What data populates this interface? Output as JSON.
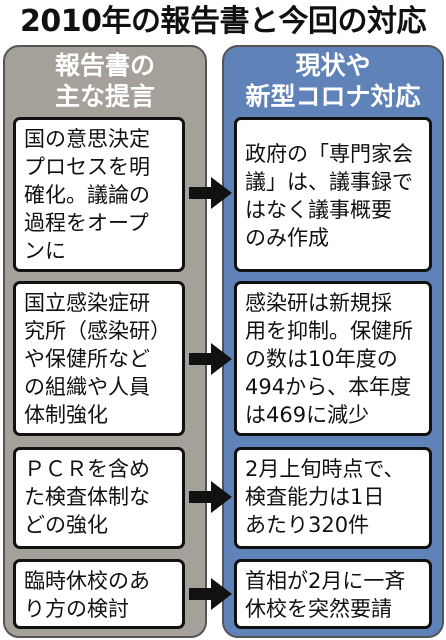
{
  "title": "2010年の報告書と今回の対応",
  "left_header": [
    "報告書の",
    "主な提言"
  ],
  "right_header": [
    "現状や",
    "新型コロナ対応"
  ],
  "rows": [
    {
      "proposal": [
        "国の意思決定",
        "プロセスを明",
        "確化。議論の",
        "過程をオープ",
        "ンに"
      ],
      "response": [
        "政府の「専門家会",
        "議」は、議事録で",
        "はなく議事概要",
        "のみ作成"
      ]
    },
    {
      "proposal": [
        "国立感染症研",
        "究所（感染研）",
        "や保健所など",
        "の組織や人員",
        "体制強化"
      ],
      "response": [
        "感染研は新規採",
        "用を抑制。保健所",
        "の数は10年度の",
        "494から、本年度",
        "は469に減少"
      ]
    },
    {
      "proposal": [
        "ＰＣＲを含め",
        "た検査体制な",
        "どの強化"
      ],
      "response": [
        "2月上旬時点で、",
        "検査能力は1日",
        "あたり320件"
      ]
    },
    {
      "proposal": [
        "臨時休校のあ",
        "り方の検討"
      ],
      "response": [
        "首相が2月に一斉",
        "休校を突然要請"
      ]
    }
  ]
}
